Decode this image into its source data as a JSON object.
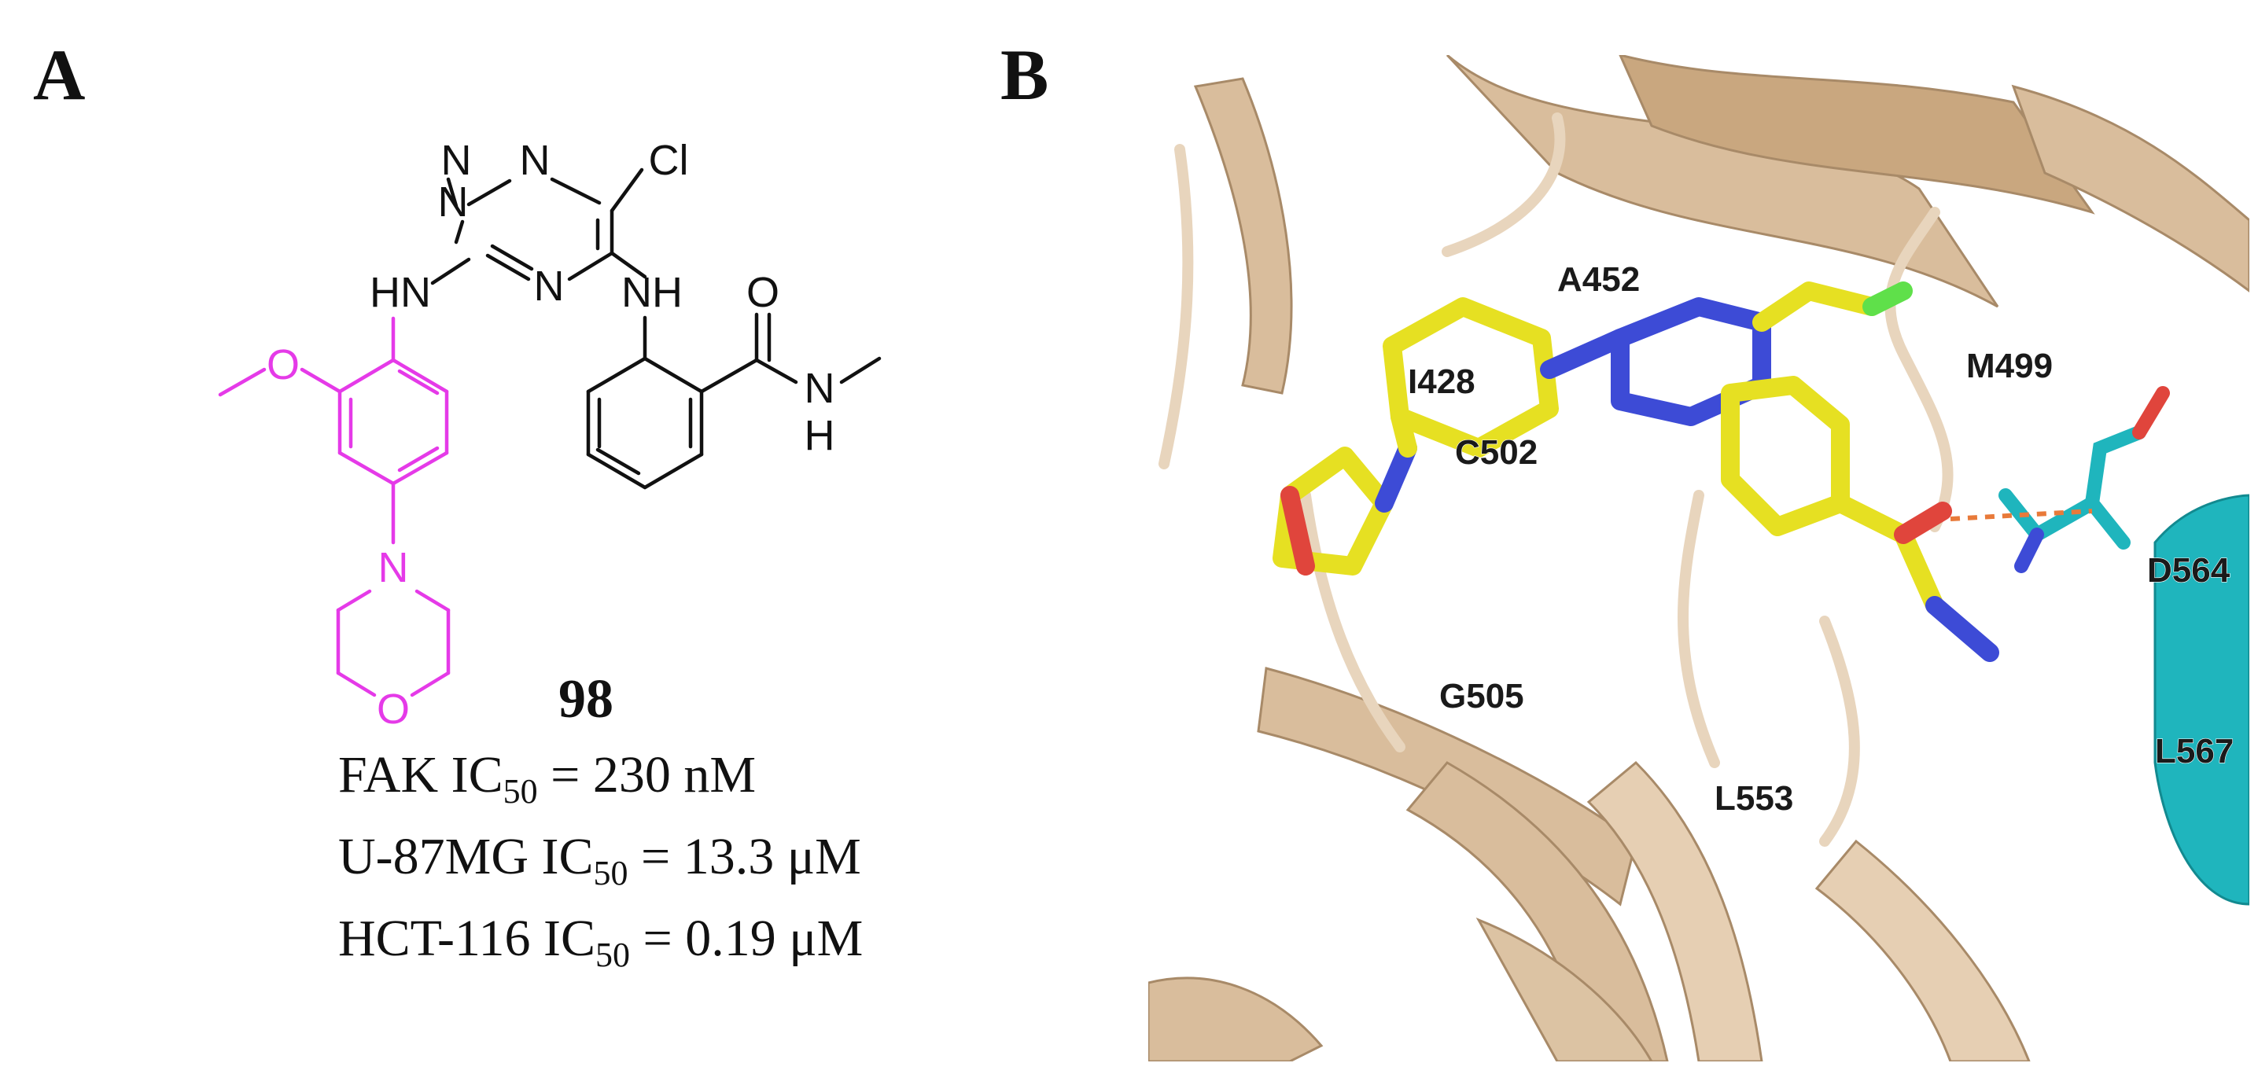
{
  "panels": {
    "a": "A",
    "b": "B"
  },
  "structure": {
    "atoms": {
      "n1": "N",
      "n2": "N",
      "n4": "N",
      "cl": "Cl",
      "hn_left": "HN",
      "nh_right": "NH",
      "o_carbonyl": "O",
      "n_amide": "N",
      "h_amide": "H",
      "o_methoxy": "O",
      "n_morph": "N",
      "o_morph": "O"
    },
    "highlight_color": "#e53ae8"
  },
  "compound": {
    "number": "98",
    "activities": [
      {
        "prefix": "FAK IC",
        "sub": "50",
        "suffix": " = 230 nM"
      },
      {
        "prefix": "U-87MG IC",
        "sub": "50",
        "suffix": " = 13.3 μM"
      },
      {
        "prefix": "HCT-116 IC",
        "sub": "50",
        "suffix": " = 0.19 μM"
      }
    ]
  },
  "docking": {
    "residues": [
      "A452",
      "I428",
      "M499",
      "C502",
      "D564",
      "G505",
      "L567",
      "L553"
    ],
    "colors": {
      "protein": "#d9bd9c",
      "ligand": "#e6e022",
      "helix": "#1fb5bd",
      "nitrogen": "#3d4bd6",
      "oxygen": "#e0453c",
      "chlorine": "#5fe04a"
    }
  }
}
